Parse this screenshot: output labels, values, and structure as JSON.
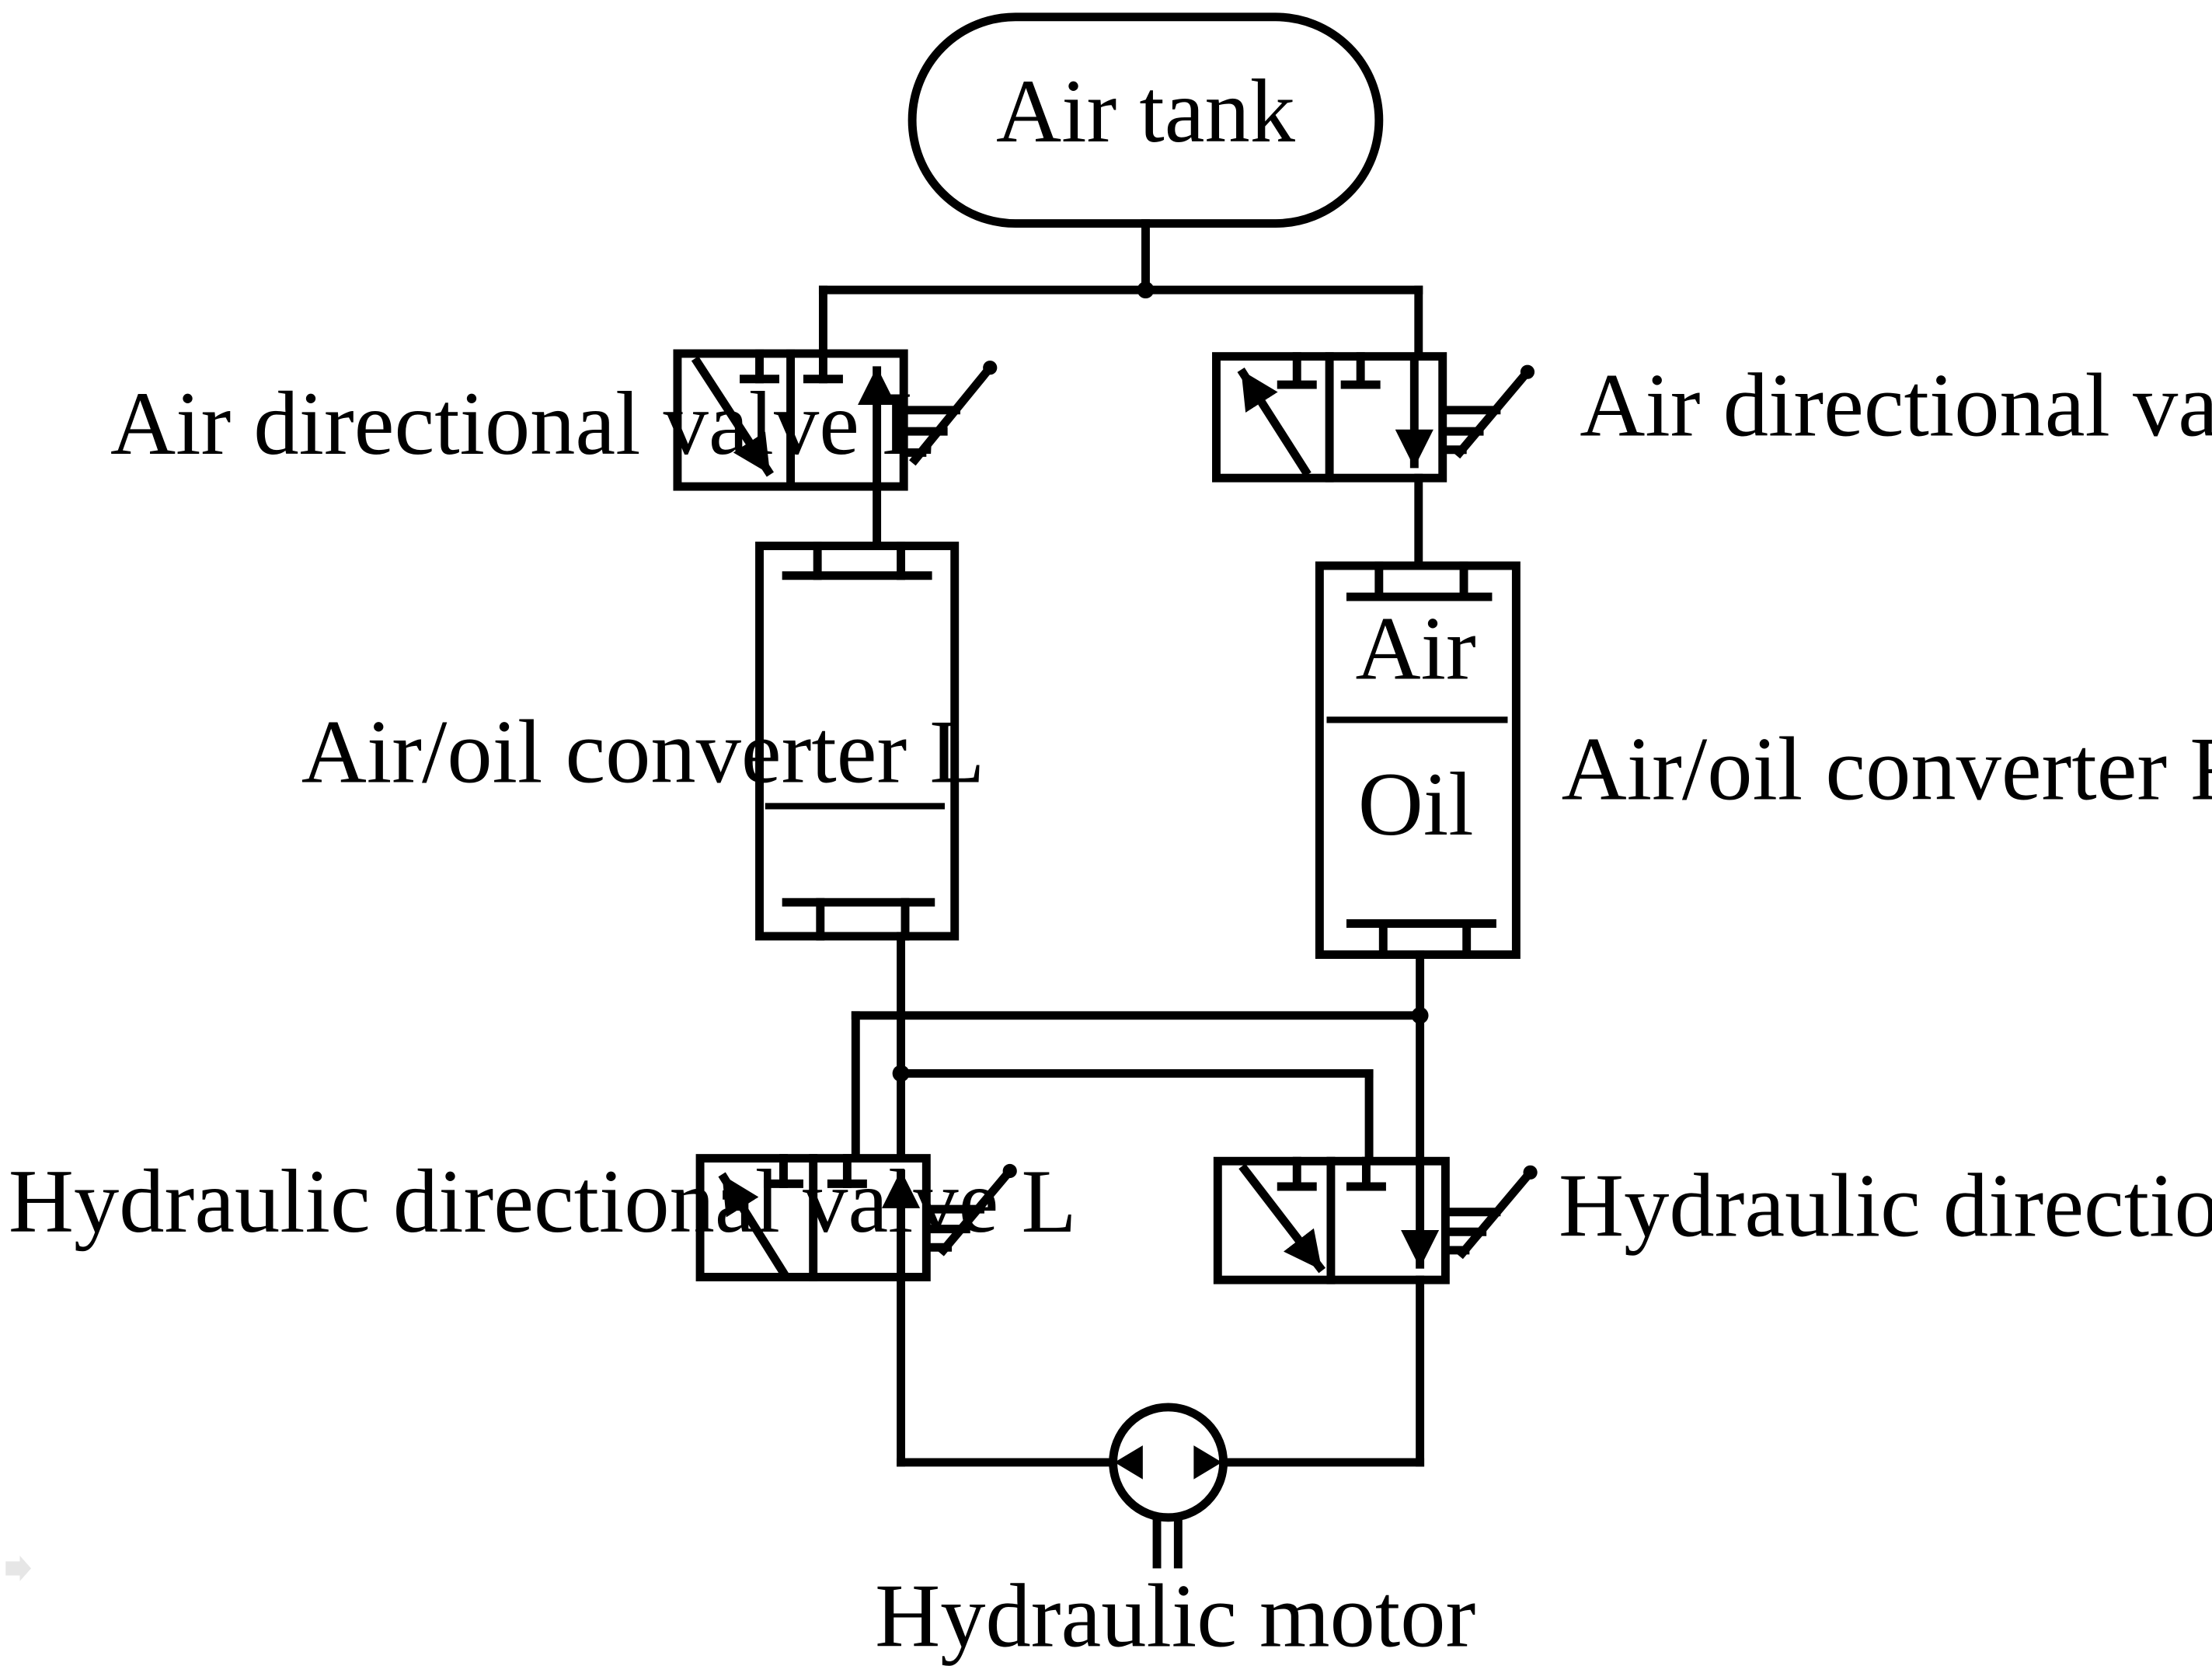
{
  "labels": {
    "air_tank": "Air tank",
    "air_valve_l": "Air directional valve L",
    "air_valve_r": "Air directional valve R",
    "converter_l": "Air/oil converter L",
    "converter_r": "Air/oil converter R",
    "converter_r_air": "Air",
    "converter_r_oil": "Oil",
    "hyd_valve_l": "Hydraulic directional valve L",
    "hyd_valve_r": "Hydraulic directional valve R",
    "hyd_motor": "Hydraulic motor"
  },
  "colors": {
    "line": "#000000",
    "background": "#ffffff"
  }
}
